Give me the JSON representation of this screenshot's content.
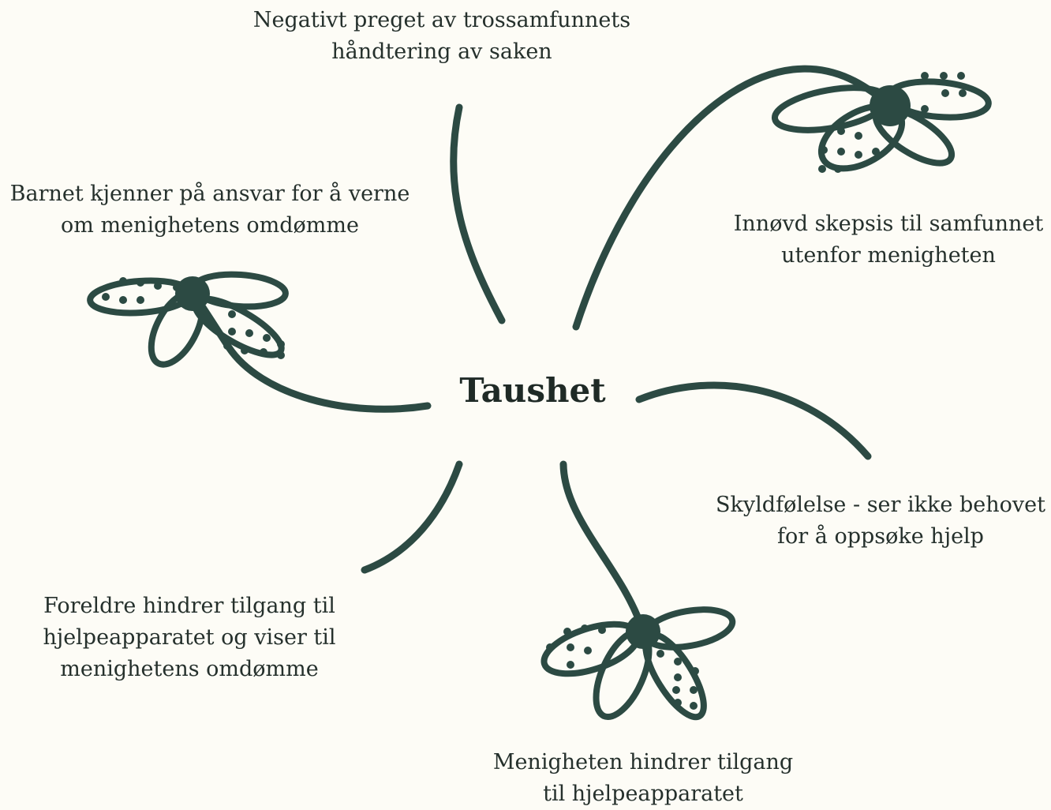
{
  "diagram": {
    "center": "Taushet",
    "labels": {
      "top": [
        "Negativt preget av trossamfunnets",
        "håndtering av saken"
      ],
      "left_upper": [
        "Barnet kjenner på ansvar for å verne",
        "om menighetens omdømme"
      ],
      "right_upper": [
        "Innøvd skepsis til samfunnet",
        "utenfor menigheten"
      ],
      "right_lower": [
        "Skyldfølelse - ser ikke behovet",
        "for å oppsøke hjelp"
      ],
      "left_lower": [
        "Foreldre hindrer tilgang til",
        "hjelpeapparatet og viser til",
        "menighetens omdømme"
      ],
      "bottom": [
        "Menigheten hindrer tilgang",
        "til hjelpeapparatet"
      ]
    },
    "colors": {
      "ink": "#2c4a43",
      "background": "#fdfcf6",
      "text": "#25302c"
    },
    "decoration": "flower-icon"
  }
}
